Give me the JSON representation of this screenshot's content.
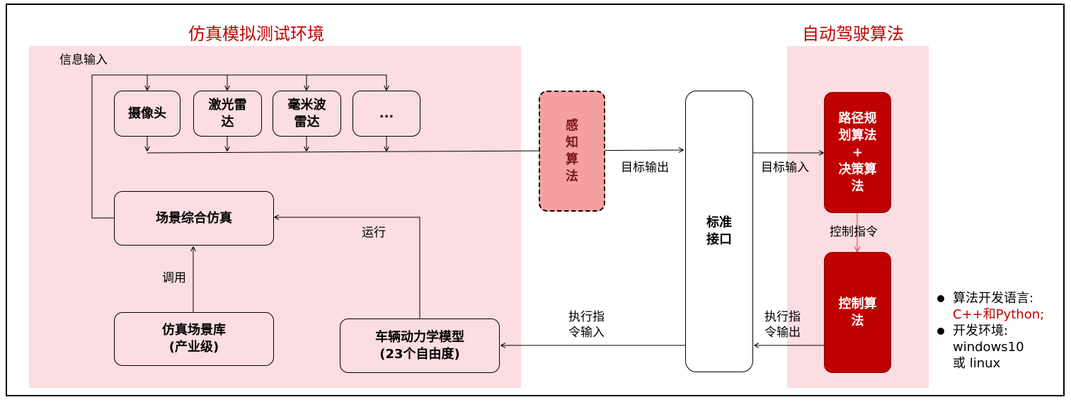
{
  "titles": {
    "sim_env": "仿真模拟测试环境",
    "auto_algo": "自动驾驶算法"
  },
  "boxes": {
    "camera": "摄像头",
    "lidar": "激光雷\n达",
    "mmwave": "毫米波\n雷达",
    "more": "...",
    "scene_sim": "场景综合仿真",
    "scene_lib": "仿真场景库\n(产业级)",
    "vehicle_model": "车辆动力学模型\n(23个自由度)",
    "perception": "感\n知\n算\n法",
    "std_interface": "标准\n接口",
    "planning": "路径规\n划算法\n+\n决策算\n法",
    "control": "控制算\n法"
  },
  "labels": {
    "info_input": "信息输入",
    "target_output": "目标输出",
    "target_input": "目标输入",
    "run": "运行",
    "call": "调用",
    "control_cmd": "控制指令",
    "exec_input": "执行指\n令输入",
    "exec_output": "执行指\n令输出"
  },
  "notes": {
    "lang_title": "算法开发语言:",
    "lang_value": "C++和Python;",
    "env_title": "开发环境:",
    "env_value1": "windows10",
    "env_value2": "或 linux"
  },
  "colors": {
    "accent_red": "#c00000",
    "panel_pink": "#fbdde2",
    "perception_fill": "#f4a0a0"
  }
}
